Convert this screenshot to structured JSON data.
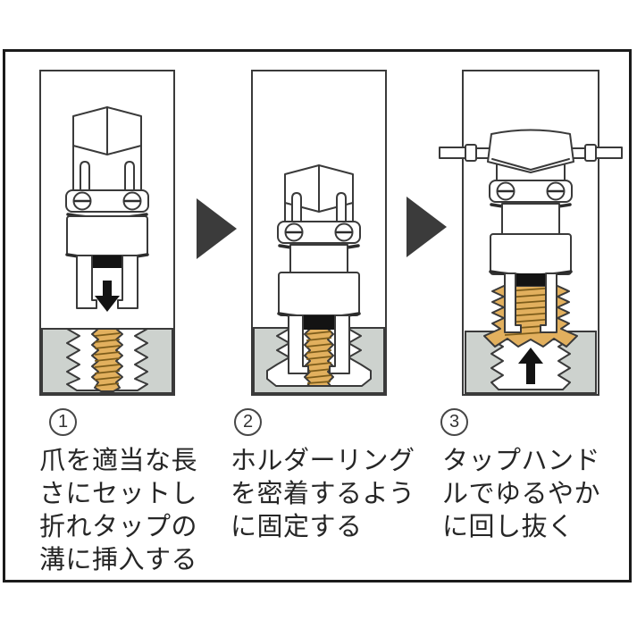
{
  "colors": {
    "outline": "#3a3a3a",
    "ink": "#131313",
    "arrow_gray": "#3b3b3b",
    "base_gray": "#cdd2ce",
    "tap_gold": "#e2b05e",
    "tap_stripe": "#7c5c1a",
    "metal_white": "#ffffff",
    "border_black": "#1b1b1b"
  },
  "steps": [
    {
      "number": "1",
      "caption_lines": [
        "爪を適当な長",
        "さにセットし",
        "折れタップの",
        "溝に挿入する"
      ],
      "illustration": "extractor-claws-above-broken-tap-push-down"
    },
    {
      "number": "2",
      "caption_lines": [
        "ホルダーリング",
        "を密着するよう",
        "に固定する"
      ],
      "illustration": "extractor-inserted-holder-ring-seated"
    },
    {
      "number": "3",
      "caption_lines": [
        "タップハンド",
        "ルでゆるやか",
        "に回し抜く"
      ],
      "illustration": "tap-handle-turn-and-pull-up"
    }
  ]
}
